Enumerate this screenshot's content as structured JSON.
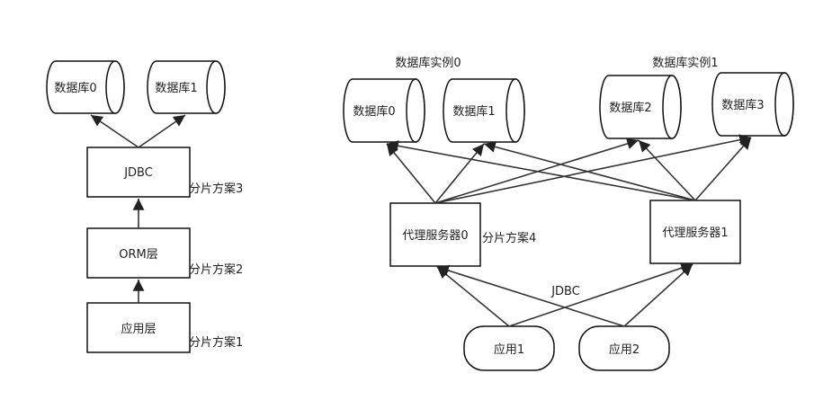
{
  "left": {
    "db0": "数据库0",
    "db1": "数据库1",
    "jdbc": "JDBC",
    "orm": "ORM层",
    "app": "应用层",
    "plan3": "分片方案3",
    "plan2": "分片方案2",
    "plan1": "分片方案1"
  },
  "right": {
    "instance0": "数据库实例0",
    "instance1": "数据库实例1",
    "db0": "数据库0",
    "db1": "数据库1",
    "db2": "数据库2",
    "db3": "数据库3",
    "proxy0": "代理服务器0",
    "proxy1": "代理服务器1",
    "plan4": "分片方案4",
    "jdbc": "JDBC",
    "app1": "应用1",
    "app2": "应用2"
  },
  "colors": {
    "stroke": "#111111",
    "text": "#222222",
    "background": "#ffffff"
  }
}
